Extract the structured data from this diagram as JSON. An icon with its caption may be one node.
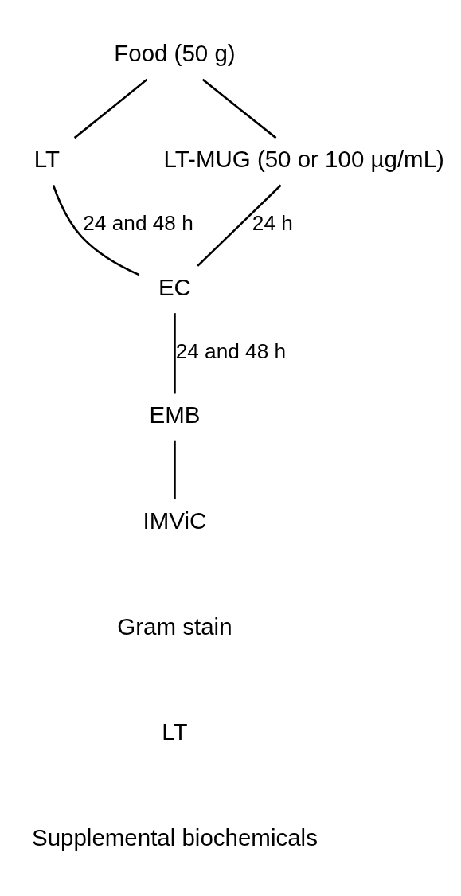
{
  "diagram": {
    "nodes": [
      {
        "text": [
          "Food (50 g)"
        ]
      },
      {
        "text": [
          "LT"
        ]
      },
      {
        "text": [
          "LT-MUG (50 or 100 µg/mL)"
        ]
      },
      {
        "text": [
          "EC"
        ]
      },
      {
        "text": [
          "EMB"
        ]
      },
      {
        "text": [
          "IMViC"
        ]
      }
    ],
    "edges": [
      {
        "from": 0,
        "to": 1,
        "arrow": "none"
      },
      {
        "from": 0,
        "to": 2,
        "arrow": "none"
      },
      {
        "from": 1,
        "to": 3,
        "arrow": "none",
        "label": "24 and 48 h"
      },
      {
        "from": 2,
        "to": 3,
        "arrow": "none",
        "label": "24 h"
      },
      {
        "from": 3,
        "to": 4,
        "arrow": "none",
        "label": "24 and 48 h"
      },
      {
        "from": 4,
        "to": 5,
        "arrow": "none"
      }
    ],
    "labels": [
      "Gram stain",
      "LT",
      "Supplemental biochemicals"
    ]
  }
}
